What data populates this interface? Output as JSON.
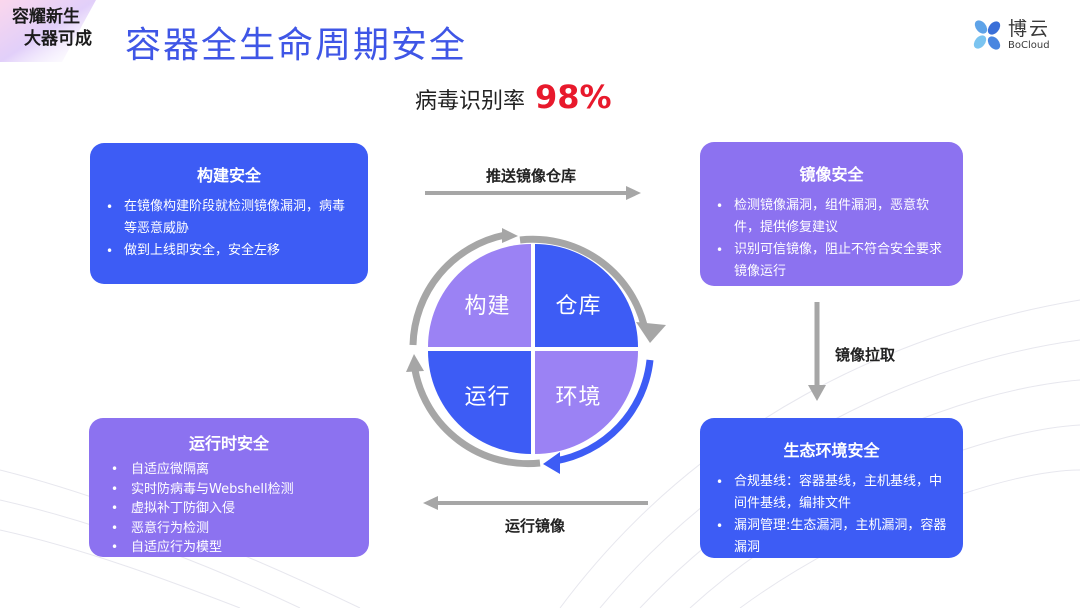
{
  "header": {
    "logo_lines": [
      "容耀新生",
      "大器可成"
    ],
    "title": "容器全生命周期安全",
    "brand": {
      "name": "博云",
      "english": "BoCloud"
    }
  },
  "detection": {
    "label": "病毒识别率",
    "value": "98%"
  },
  "cards": {
    "build": {
      "title": "构建安全",
      "items": [
        "在镜像构建阶段就检测镜像漏洞，病毒等恶意威胁",
        "做到上线即安全，安全左移"
      ]
    },
    "image": {
      "title": "镜像安全",
      "items": [
        "检测镜像漏洞，组件漏洞，恶意软件，提供修复建议",
        "识别可信镜像，阻止不符合安全要求镜像运行"
      ]
    },
    "runtime": {
      "title": "运行时安全",
      "items": [
        "自适应微隔离",
        "实时防病毒与Webshell检测",
        "虚拟补丁防御入侵",
        "恶意行为检测",
        "自适应行为模型"
      ]
    },
    "environment": {
      "title": "生态环境安全",
      "items": [
        "合规基线：容器基线，主机基线，中间件基线，编排文件",
        "漏洞管理:生态漏洞，主机漏洞，容器漏洞"
      ]
    }
  },
  "flows": {
    "push": "推送镜像仓库",
    "pull": "镜像拉取",
    "run": "运行镜像"
  },
  "cycle": {
    "build": "构建",
    "registry": "仓库",
    "run": "运行",
    "environment": "环境"
  },
  "colors": {
    "title": "#3f56e6",
    "blue": "#3d5cf5",
    "purple": "#8c72f0",
    "light_purple": "#9b82f4",
    "arrow_gray": "#a6a6a6",
    "highlight": "#e8192c"
  },
  "icons": [
    "bocloud-logo-icon",
    "arrow-right-icon",
    "arrow-down-icon",
    "arrow-left-icon",
    "cycle-arrow-icon"
  ]
}
